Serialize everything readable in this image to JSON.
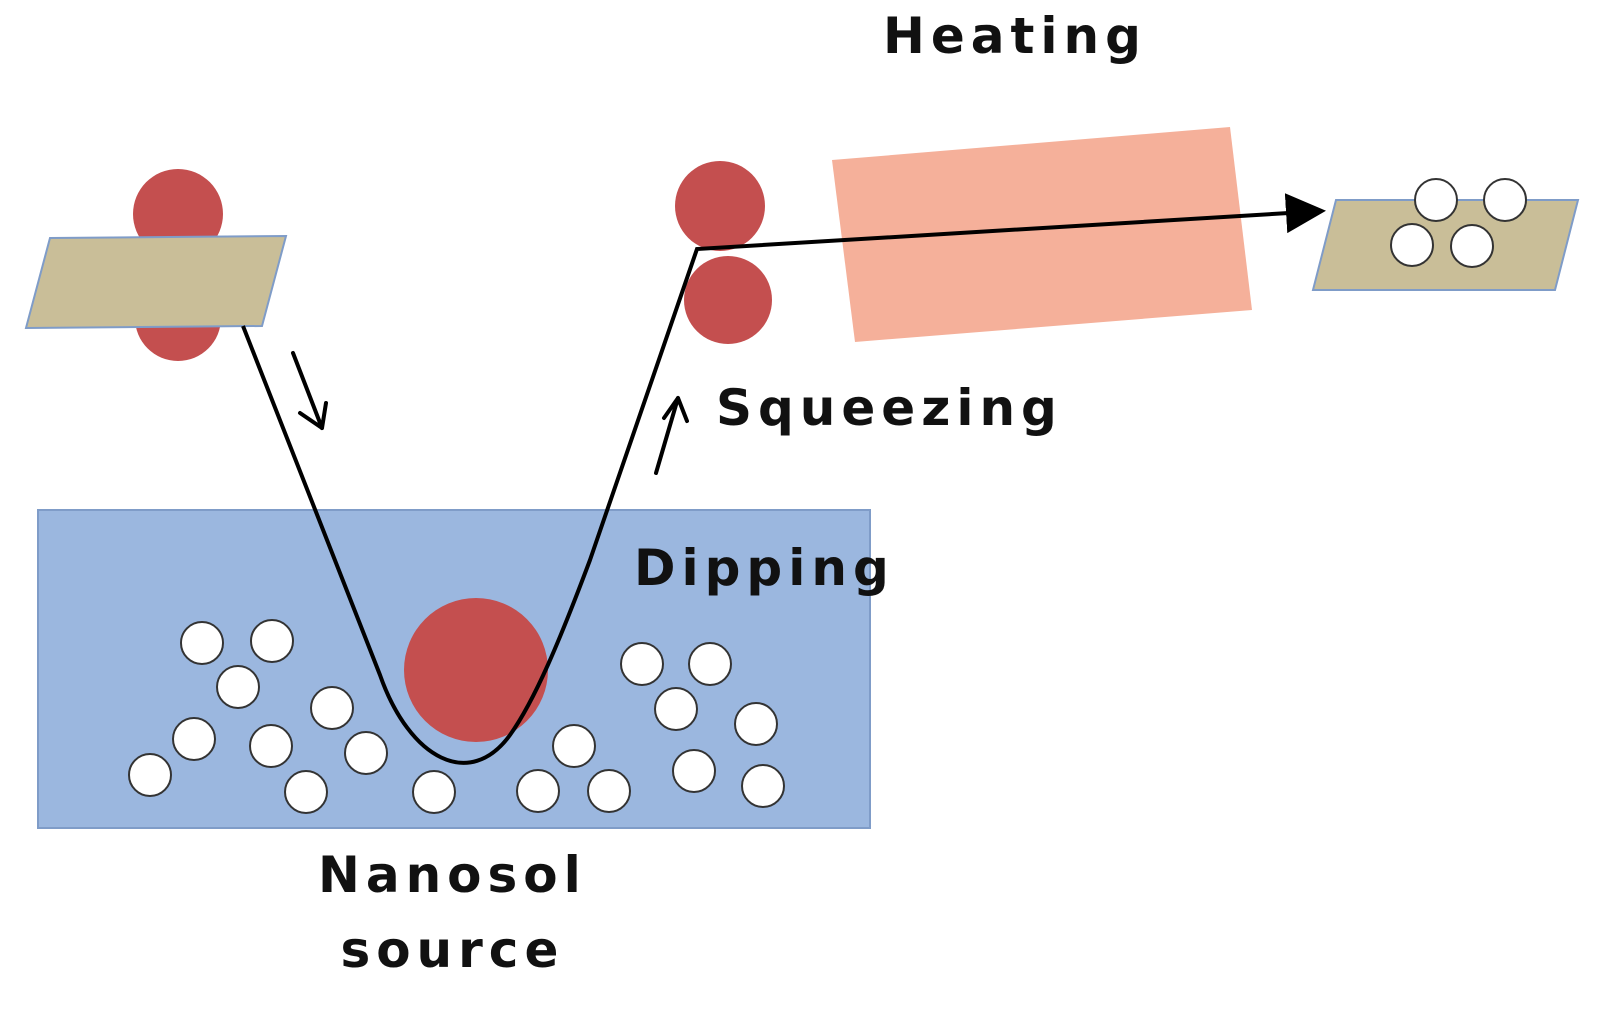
{
  "labels": {
    "heating": "Heating",
    "squeezing": "Squeezing",
    "dipping": "Dipping",
    "nanosol_line1": "Nanosol",
    "nanosol_line2": "source"
  },
  "colors": {
    "bath": "#9bb7df",
    "bath_border": "#7f9cc8",
    "roller": "#c44f4f",
    "heater": "#f5b09a",
    "substrate": "#c9be98",
    "substrate_border": "#7f9cc8",
    "particle_fill": "#ffffff",
    "particle_stroke": "#333333",
    "path": "#000000"
  }
}
